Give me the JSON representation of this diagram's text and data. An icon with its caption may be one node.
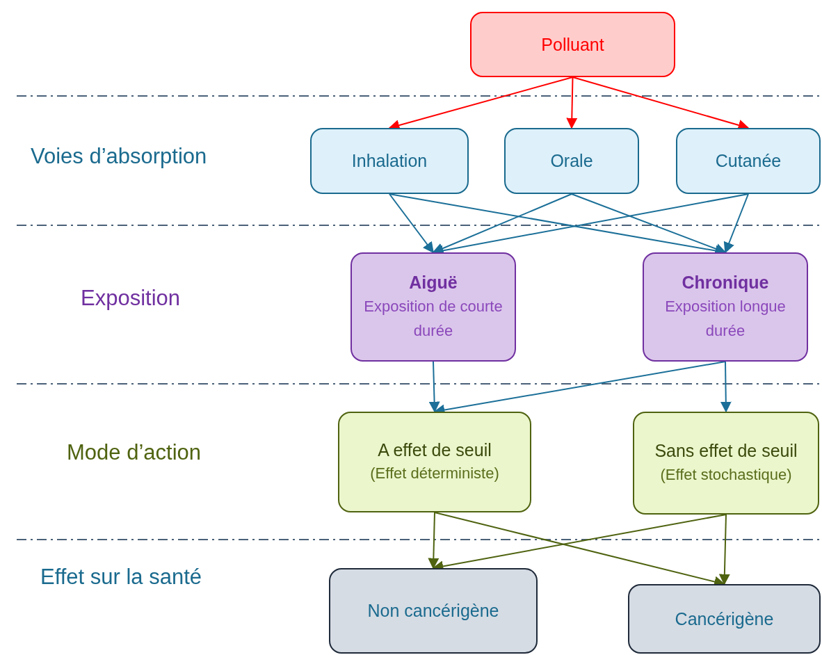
{
  "diagram": {
    "nodes": [
      {
        "text": [
          "Polluant"
        ]
      },
      {
        "text": [
          "Inhalation"
        ]
      },
      {
        "text": [
          "Orale"
        ]
      },
      {
        "text": [
          "Cutanée"
        ]
      },
      {
        "text": [
          "Aiguë",
          "Exposition de courte durée"
        ]
      },
      {
        "text": [
          "Chronique",
          "Exposition longue durée"
        ]
      },
      {
        "text": [
          "A effet de seuil",
          "(Effet déterministe)"
        ]
      },
      {
        "text": [
          "Sans effet de seuil",
          "(Effet stochastique)"
        ]
      },
      {
        "text": [
          "Non cancérigène"
        ]
      },
      {
        "text": [
          "Cancérigène"
        ]
      }
    ],
    "edges": [
      {
        "from": 0,
        "to": 1,
        "arrow": "to",
        "color": "#ff0000"
      },
      {
        "from": 0,
        "to": 2,
        "arrow": "to",
        "color": "#ff0000"
      },
      {
        "from": 0,
        "to": 3,
        "arrow": "to",
        "color": "#ff0000"
      },
      {
        "from": 1,
        "to": 4,
        "arrow": "to"
      },
      {
        "from": 1,
        "to": 5,
        "arrow": "to"
      },
      {
        "from": 2,
        "to": 4,
        "arrow": "to"
      },
      {
        "from": 2,
        "to": 5,
        "arrow": "to"
      },
      {
        "from": 3,
        "to": 4,
        "arrow": "to"
      },
      {
        "from": 3,
        "to": 5,
        "arrow": "to"
      },
      {
        "from": 4,
        "to": 6,
        "arrow": "to"
      },
      {
        "from": 5,
        "to": 6,
        "arrow": "to"
      },
      {
        "from": 5,
        "to": 7,
        "arrow": "to"
      },
      {
        "from": 6,
        "to": 8,
        "arrow": "to",
        "color": "#4f6310"
      },
      {
        "from": 6,
        "to": 9,
        "arrow": "to",
        "color": "#4f6310"
      },
      {
        "from": 7,
        "to": 8,
        "arrow": "to",
        "color": "#4f6310"
      },
      {
        "from": 7,
        "to": 9,
        "arrow": "to",
        "color": "#4f6310"
      }
    ],
    "labels": [
      "Voies d’absorption",
      "Exposition",
      "Mode d’action",
      "Effet sur la santé"
    ]
  }
}
